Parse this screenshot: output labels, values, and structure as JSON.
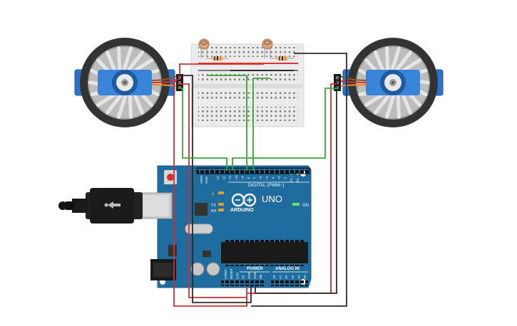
{
  "arduino": {
    "logo_text": "ARDUINO",
    "model": "UNO",
    "digital_label": "DIGITAL (PWM~)",
    "analog_label": "ANALOG IN",
    "power_label": "POWER",
    "on_label": "ON",
    "led_l": "L",
    "led_tx": "TX",
    "led_rx": "RX",
    "header_aref": "AREF",
    "header_gnd": "GND",
    "digital_pins": [
      "13",
      "12",
      "~11",
      "~10",
      "~9",
      "8",
      "7",
      "~6",
      "~5",
      "4",
      "~3",
      "2",
      "TX→1",
      "RX←0"
    ],
    "power_pins": [
      "IOREF",
      "RESET",
      "3.3V",
      "5V",
      "GND",
      "GND",
      "Vin"
    ],
    "analog_pins": [
      "A0",
      "A1",
      "A2",
      "A3",
      "A4",
      "A5"
    ]
  },
  "colors": {
    "board": "#1f6c9e",
    "board_dark": "#175a85",
    "wire_red": "#d32f2f",
    "wire_black": "#2b2b2b",
    "wire_green": "#3aa63a",
    "tire": "#333333",
    "servo": "#2a73c8",
    "breadboard": "#e9e9e9"
  },
  "components": {
    "left_wheel": "wheel-left",
    "right_wheel": "wheel-right",
    "photoresistors": 2,
    "resistors": 2
  }
}
